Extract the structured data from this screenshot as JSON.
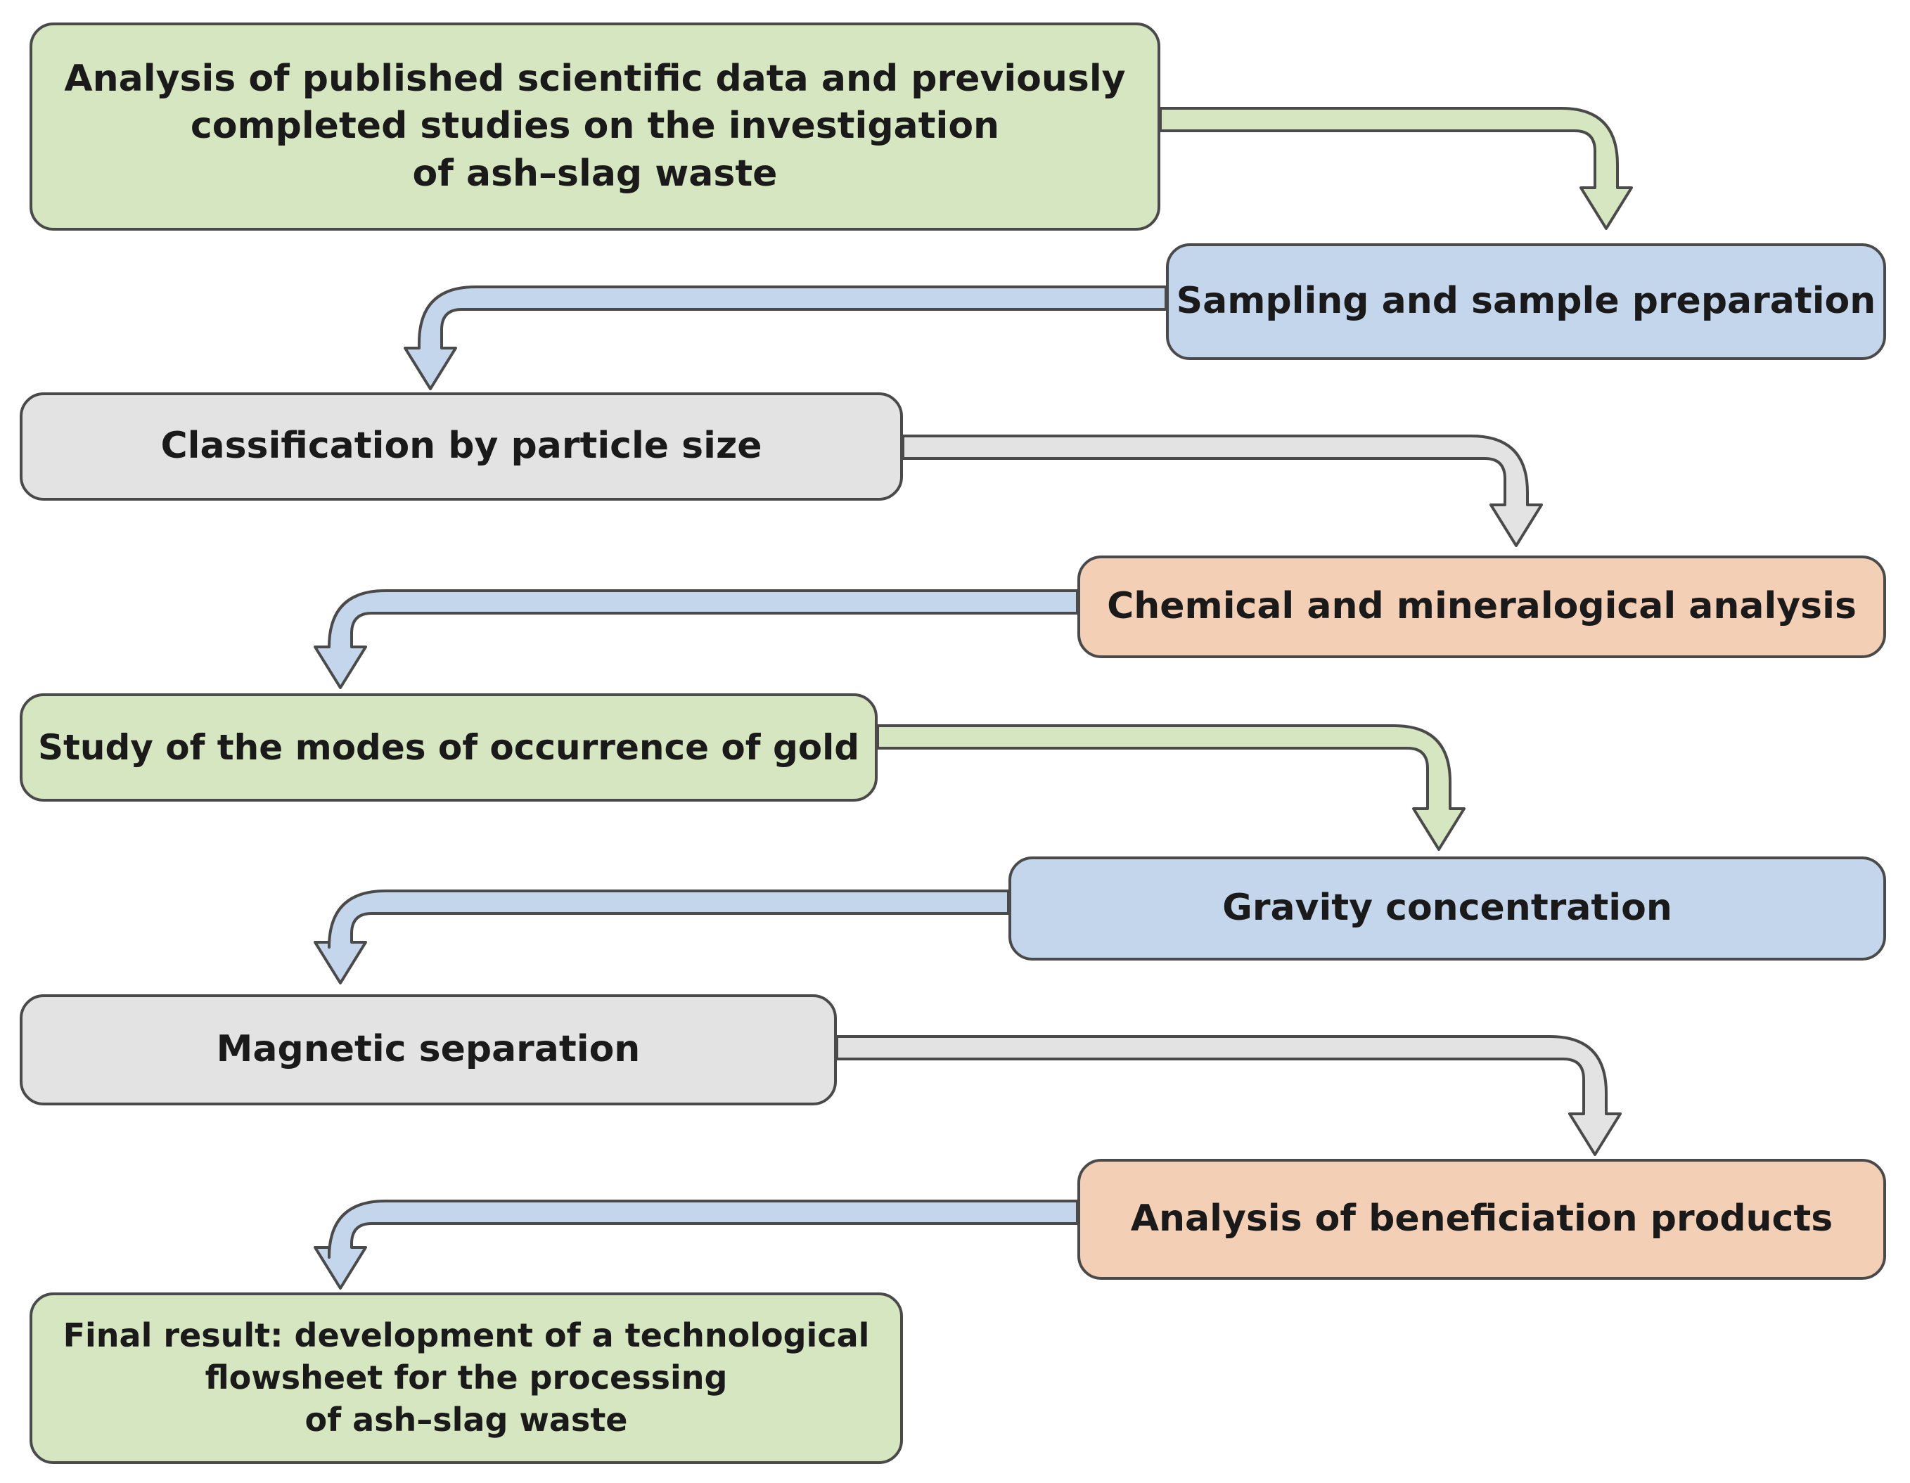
{
  "colors": {
    "green": "#d5e6c0",
    "blue": "#c4d6ec",
    "gray": "#e3e3e3",
    "orange": "#f3cfb6",
    "outline": "#4a4a4a"
  },
  "steps": [
    {
      "id": "analysis-published-data",
      "text": "Analysis of published scientific data and previously\ncompleted studies on the investigation\nof ash–slag waste",
      "fill": "green"
    },
    {
      "id": "sampling",
      "text": "Sampling and sample preparation",
      "fill": "blue"
    },
    {
      "id": "classification",
      "text": "Classification by particle size",
      "fill": "gray"
    },
    {
      "id": "chemical-mineralogical",
      "text": "Chemical and mineralogical analysis",
      "fill": "orange"
    },
    {
      "id": "gold-occurrence",
      "text": "Study of the modes of occurrence of gold",
      "fill": "green"
    },
    {
      "id": "gravity-concentration",
      "text": "Gravity concentration",
      "fill": "blue"
    },
    {
      "id": "magnetic-separation",
      "text": "Magnetic separation",
      "fill": "gray"
    },
    {
      "id": "beneficiation-products",
      "text": "Analysis of beneficiation products",
      "fill": "orange"
    },
    {
      "id": "final-result",
      "text": "Final result: development of a technological\nflowsheet for the processing\nof ash–slag waste",
      "fill": "green"
    }
  ],
  "arrows": [
    {
      "from": "analysis-published-data",
      "to": "sampling",
      "fill": "green"
    },
    {
      "from": "sampling",
      "to": "classification",
      "fill": "blue"
    },
    {
      "from": "classification",
      "to": "chemical-mineralogical",
      "fill": "gray"
    },
    {
      "from": "chemical-mineralogical",
      "to": "gold-occurrence",
      "fill": "blue"
    },
    {
      "from": "gold-occurrence",
      "to": "gravity-concentration",
      "fill": "green"
    },
    {
      "from": "gravity-concentration",
      "to": "magnetic-separation",
      "fill": "blue"
    },
    {
      "from": "magnetic-separation",
      "to": "beneficiation-products",
      "fill": "gray"
    },
    {
      "from": "beneficiation-products",
      "to": "final-result",
      "fill": "blue"
    }
  ]
}
